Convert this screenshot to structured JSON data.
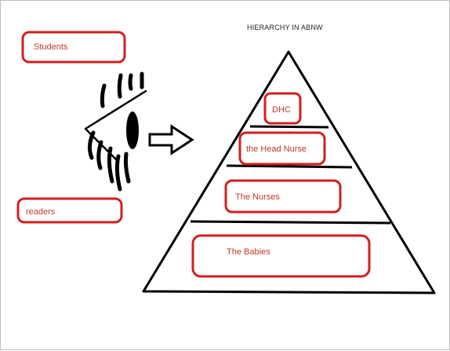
{
  "diagram": {
    "title": "HIERARCHY IN ABNW",
    "audience": {
      "students_label": "Students",
      "readers_label": "readers"
    },
    "pyramid_levels": [
      {
        "label": "DHC"
      },
      {
        "label": "the Head Nurse"
      },
      {
        "label": "The Nurses"
      },
      {
        "label": "The Babies"
      }
    ],
    "icons": [
      "eye-icon",
      "arrow-right-icon"
    ],
    "colors": {
      "box_border": "#d21f1f",
      "label_text": "#c0392b",
      "lines": "#000000",
      "page_border": "#bfbfbf"
    }
  }
}
